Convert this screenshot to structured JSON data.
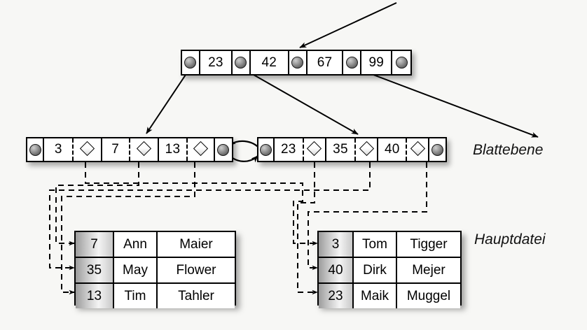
{
  "diagram": {
    "title": "B+ tree index over a main data file",
    "background_color": "#f7f7f5",
    "line_color": "#000000"
  },
  "labels": {
    "leaf_level": "Blattebene",
    "main_file": "Hauptdatei"
  },
  "root_node": {
    "name": "root-node",
    "cells": [
      {
        "type": "pointer",
        "icon": "sphere-pointer-icon",
        "value": ""
      },
      {
        "type": "key",
        "value": "23"
      },
      {
        "type": "pointer",
        "icon": "sphere-pointer-icon",
        "value": ""
      },
      {
        "type": "key",
        "value": "42"
      },
      {
        "type": "pointer",
        "icon": "sphere-pointer-icon",
        "value": ""
      },
      {
        "type": "key",
        "value": "67"
      },
      {
        "type": "pointer",
        "icon": "sphere-pointer-icon",
        "value": ""
      },
      {
        "type": "key",
        "value": "99"
      },
      {
        "type": "pointer",
        "icon": "sphere-pointer-icon",
        "value": ""
      }
    ]
  },
  "leaf_left": {
    "name": "leaf-node-left",
    "cells": [
      {
        "type": "pointer",
        "icon": "sphere-pointer-icon",
        "value": ""
      },
      {
        "type": "key",
        "value": "3"
      },
      {
        "type": "record-pointer",
        "icon": "diamond-pointer-icon",
        "value": ""
      },
      {
        "type": "key",
        "value": "7"
      },
      {
        "type": "record-pointer",
        "icon": "diamond-pointer-icon",
        "value": ""
      },
      {
        "type": "key",
        "value": "13"
      },
      {
        "type": "record-pointer",
        "icon": "diamond-pointer-icon",
        "value": ""
      },
      {
        "type": "pointer",
        "icon": "sphere-pointer-icon",
        "value": ""
      }
    ]
  },
  "leaf_right": {
    "name": "leaf-node-right",
    "cells": [
      {
        "type": "pointer",
        "icon": "sphere-pointer-icon",
        "value": ""
      },
      {
        "type": "key",
        "value": "23"
      },
      {
        "type": "record-pointer",
        "icon": "diamond-pointer-icon",
        "value": ""
      },
      {
        "type": "key",
        "value": "35"
      },
      {
        "type": "record-pointer",
        "icon": "diamond-pointer-icon",
        "value": ""
      },
      {
        "type": "key",
        "value": "40"
      },
      {
        "type": "record-pointer",
        "icon": "diamond-pointer-icon",
        "value": ""
      },
      {
        "type": "pointer",
        "icon": "sphere-pointer-icon",
        "value": ""
      }
    ]
  },
  "table_left": {
    "name": "main-file-table-left",
    "rows": [
      {
        "key": "7",
        "first": "Ann",
        "last": "Maier"
      },
      {
        "key": "35",
        "first": "May",
        "last": "Flower"
      },
      {
        "key": "13",
        "first": "Tim",
        "last": "Tahler"
      }
    ]
  },
  "table_right": {
    "name": "main-file-table-right",
    "rows": [
      {
        "key": "3",
        "first": "Tom",
        "last": "Tigger"
      },
      {
        "key": "40",
        "first": "Dirk",
        "last": "Mejer"
      },
      {
        "key": "23",
        "first": "Maik",
        "last": "Muggel"
      }
    ]
  },
  "connectors": {
    "incoming_root_arrow": "arrow-into-root",
    "root_to_leaf_left": "arrow-root-to-leaf-left",
    "root_to_leaf_right": "arrow-root-to-leaf-right",
    "root_to_offpage": "arrow-root-to-offpage-right",
    "sibling_link_forward": "arrow-leaf-left-to-right",
    "sibling_link_backward": "arrow-leaf-right-to-left"
  }
}
